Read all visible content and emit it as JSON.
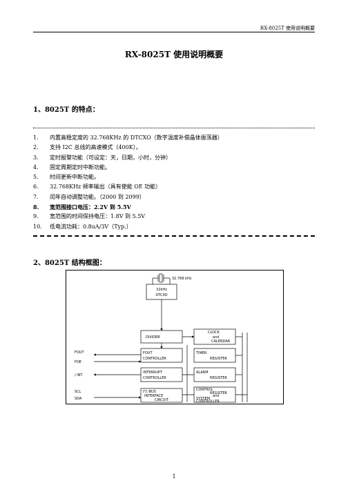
{
  "header": {
    "running_title": "RX-8025T 使用说明概要"
  },
  "title": "RX-8025T 使用说明概要",
  "section1": {
    "heading": "1、8025T 的特点：",
    "features": [
      {
        "num": "1.",
        "text": "内置高稳定度的 32.768KHz 的 DTCXO（数字温度补偿晶体振荡器）"
      },
      {
        "num": "2.",
        "text": "支持 I2C 总线的高速模式（400K）。"
      },
      {
        "num": "3.",
        "text": "定时报警功能（可设定：天，日期，小时，分钟）"
      },
      {
        "num": "4.",
        "text": "固定周期定时中断功能。"
      },
      {
        "num": "5.",
        "text": "时间更新中断功能。"
      },
      {
        "num": "6.",
        "text": "32.768KHz 频率输出（具有使能 OE 功能）"
      },
      {
        "num": "7.",
        "text": "闰年自动调整功能。（2000 到 2099）"
      },
      {
        "num": "8.",
        "text": "宽范围接口电压：2.2V 到 5.5V"
      },
      {
        "num": "9.",
        "text": "宽范围的时间保持电压：1.8V 到 5.5V"
      },
      {
        "num": "10.",
        "text": "低电流功耗：0.8uA/3V（Typ.）"
      }
    ]
  },
  "section2": {
    "heading": "2、8025T 结构框图："
  },
  "diagram": {
    "crystal_label": "32.768 kHz",
    "dtcxo": [
      "32kHz",
      "DTCXO"
    ],
    "divider": "DIVIDER",
    "fout_controller": [
      "FOUT",
      "CONTROLLER"
    ],
    "interrupt_controller": [
      "INTERRUPT",
      "CONTROLLER"
    ],
    "i2c_interface": [
      "I²C-BUS",
      "INTERFACE",
      "CIRCUIT"
    ],
    "clock_calendar": [
      "CLOCK",
      "and",
      "CALENDAR"
    ],
    "timer_register": [
      "TIMER",
      "REGISTER"
    ],
    "alarm_register": [
      "ALARM",
      "REGISTER"
    ],
    "control_system": [
      "CONTROL",
      "REGISTER",
      "and",
      "SYSTEM",
      "CONTROLLER"
    ],
    "pins": {
      "fout": "FOUT",
      "foe": "FOE",
      "int": "/ INT",
      "scl": "SCL",
      "sda": "SDA"
    }
  },
  "footer": {
    "page_number": "1"
  }
}
